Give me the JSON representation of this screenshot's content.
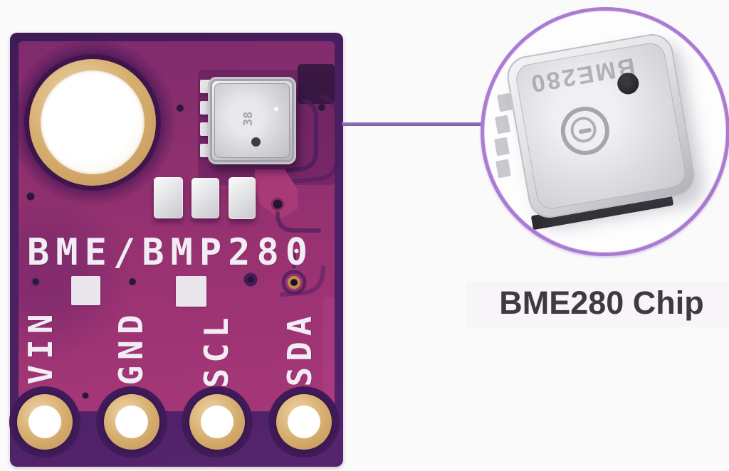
{
  "scene": {
    "description": "BME280 / BMP280 breakout board with magnified chip callout",
    "background_color": "#fbfafb"
  },
  "board": {
    "silkscreen": "BME/BMP280",
    "chip_marking": "38",
    "pins": [
      {
        "label": "VIN"
      },
      {
        "label": "GND"
      },
      {
        "label": "SCL"
      },
      {
        "label": "SDA"
      }
    ],
    "colors": {
      "solder_mask": "#9a3372",
      "board_edge": "#4a1f62",
      "pad_gold": "#d6ae6e",
      "silkscreen_white": "#f2ecf4"
    }
  },
  "callout": {
    "label": "BME280 Chip",
    "chip_engraving": "BME280",
    "circle_color": "#a97bd1",
    "line_color": "#8e6bb1",
    "label_color": "#3e3b40"
  }
}
